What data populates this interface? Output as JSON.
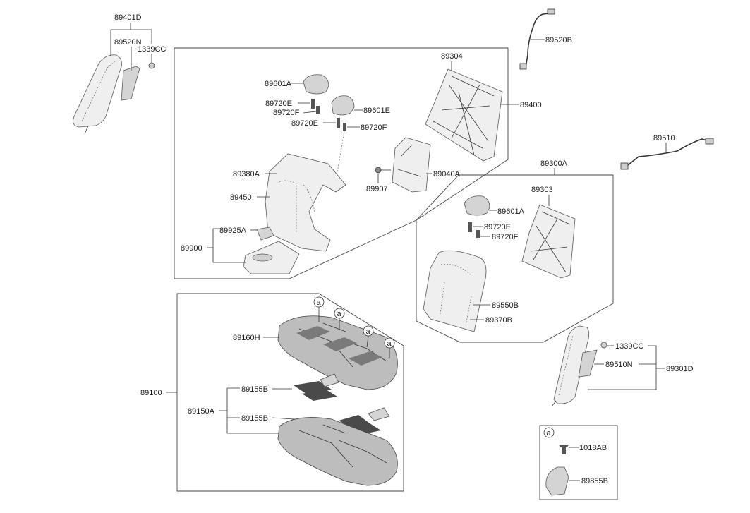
{
  "labels": {
    "p89401D": "89401D",
    "p89520N": "89520N",
    "p1339CC_top": "1339CC",
    "p89520B": "89520B",
    "p89304": "89304",
    "p89400": "89400",
    "p89601A_top": "89601A",
    "p89720E_top": "89720E",
    "p89720F_top": "89720F",
    "p89601E": "89601E",
    "p89720E_mid": "89720E",
    "p89720F_mid": "89720F",
    "p89380A": "89380A",
    "p89450": "89450",
    "p89907": "89907",
    "p89040A": "89040A",
    "p89925A": "89925A",
    "p89900": "89900",
    "p89510": "89510",
    "p89300A": "89300A",
    "p89303": "89303",
    "p89601A_right": "89601A",
    "p89720E_right": "89720E",
    "p89720F_right": "89720F",
    "p89550B": "89550B",
    "p89370B": "89370B",
    "p89160H": "89160H",
    "p89100": "89100",
    "p89155B_1": "89155B",
    "p89150A": "89150A",
    "p89155B_2": "89155B",
    "p1339CC_right": "1339CC",
    "p89510N": "89510N",
    "p89301D": "89301D",
    "p1018AB": "1018AB",
    "p89855B": "89855B"
  },
  "ref_marker": "a"
}
